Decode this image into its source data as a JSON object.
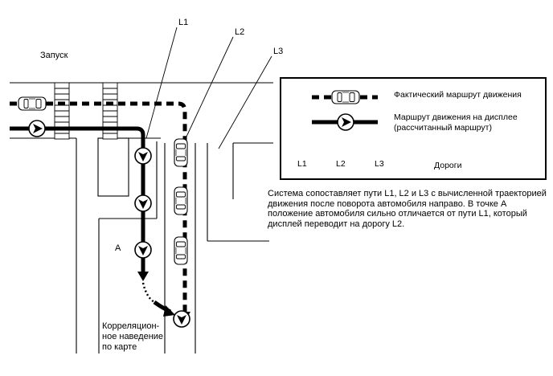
{
  "labels": {
    "start": "Запуск",
    "l1": "L1",
    "l2": "L2",
    "l3": "L3",
    "point_a": "A"
  },
  "legend": {
    "actual_route": "Фактический маршрут движения",
    "display_route_line1": "Маршрут движения на дисплее",
    "display_route_line2": "(рассчитанный маршрут)",
    "roads_l1": "L1",
    "roads_l2": "L2",
    "roads_l3": "L3",
    "roads_label": "Дороги"
  },
  "caption": {
    "line1": "Система сопоставляет пути L1, L2 и L3 с вычисленной траекторией",
    "line2": "движения после поворота автомобиля направо. В точке А",
    "line3": "положение автомобиля сильно отличается от пути L1, который",
    "line4": "дисплей переводит на дорогу L2."
  },
  "correlation": {
    "line1": "Корреляцион-",
    "line2": "ное наведение",
    "line3": "по карте"
  },
  "icons": [
    "car-icon",
    "route-arrow-icon",
    "crosswalk-icon"
  ]
}
